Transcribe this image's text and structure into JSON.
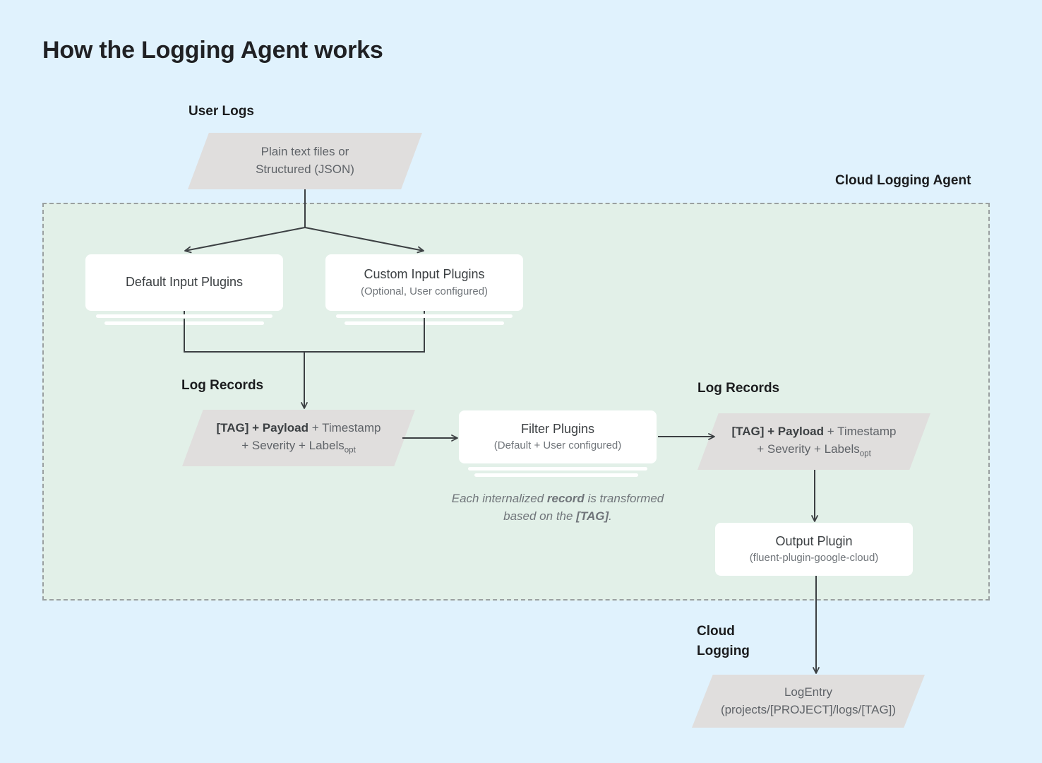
{
  "page": {
    "title": "How the Logging Agent works",
    "background_color": "#e0f2fd"
  },
  "colors": {
    "page_background": "#e0f2fd",
    "agent_region_fill": "#e2f0e8",
    "agent_region_border": "#9aa0a0",
    "data_shape_fill": "#e0dedd",
    "process_box_fill": "#ffffff",
    "connector": "#3c4043",
    "title_text": "#202124",
    "body_text": "#5f6368",
    "muted_text": "#70757a"
  },
  "labels": {
    "user_logs": "User Logs",
    "cloud_logging_agent": "Cloud Logging Agent",
    "log_records_left": "Log Records",
    "log_records_right": "Log Records",
    "cloud_logging_line1": "Cloud",
    "cloud_logging_line2": "Logging"
  },
  "nodes": {
    "user_logs_source": {
      "shape": "parallelogram",
      "line1": "Plain text files or",
      "line2": "Structured (JSON)"
    },
    "default_input_plugins": {
      "shape": "stacked-box",
      "title": "Default Input Plugins",
      "subtitle": ""
    },
    "custom_input_plugins": {
      "shape": "stacked-box",
      "title": "Custom Input Plugins",
      "subtitle": "(Optional, User configured)"
    },
    "log_record_left": {
      "shape": "parallelogram",
      "bold_part": "[TAG] + Payload",
      "rest_line1": " + Timestamp",
      "line2": "+ Severity + Labels",
      "line2_subscript": "opt"
    },
    "filter_plugins": {
      "shape": "stacked-box",
      "title": "Filter Plugins",
      "subtitle": "(Default + User configured)"
    },
    "log_record_right": {
      "shape": "parallelogram",
      "bold_part": "[TAG] + Payload",
      "rest_line1": " + Timestamp",
      "line2": "+ Severity + Labels",
      "line2_subscript": "opt"
    },
    "output_plugin": {
      "shape": "box",
      "title": "Output Plugin",
      "subtitle": "(fluent-plugin-google-cloud)"
    },
    "log_entry": {
      "shape": "parallelogram",
      "title": "LogEntry",
      "subtitle": "(projects/[PROJECT]/logs/[TAG])"
    }
  },
  "annotations": {
    "filter_caption_part1": "Each internalized ",
    "filter_caption_bold1": "record",
    "filter_caption_part2": " is transformed based on the ",
    "filter_caption_bold2": "[TAG]",
    "filter_caption_part3": "."
  }
}
